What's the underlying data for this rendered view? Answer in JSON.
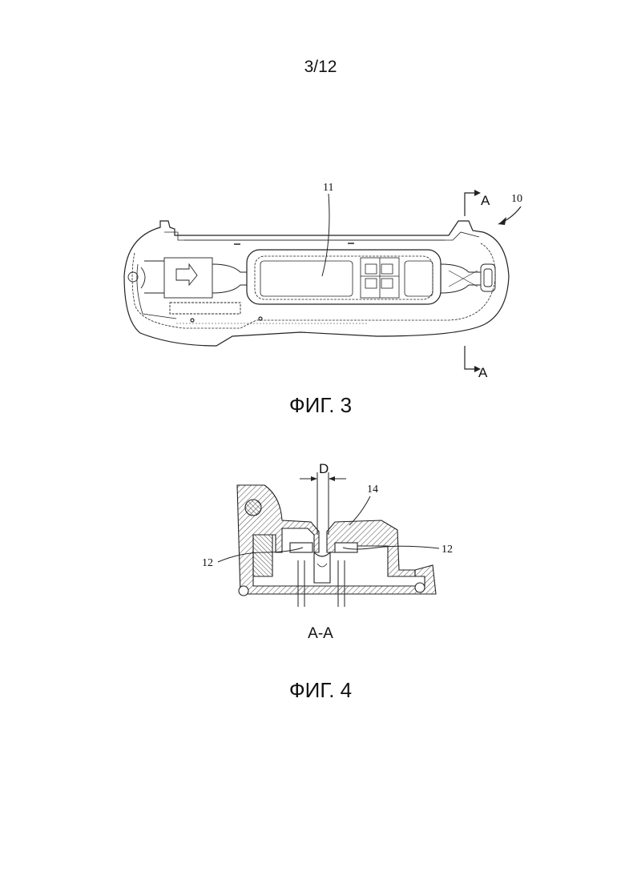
{
  "page": {
    "number": "3/12"
  },
  "figure3": {
    "caption": "ФИГ. 3",
    "ref_device": "10",
    "ref_cavity": "11",
    "section_mark_top": "A",
    "section_mark_bottom": "A"
  },
  "figure4": {
    "caption": "ФИГ. 4",
    "section_label": "A-A",
    "dimension_label": "D",
    "ref_cover": "14",
    "ref_left_electrode": "12",
    "ref_right_electrode": "12"
  }
}
